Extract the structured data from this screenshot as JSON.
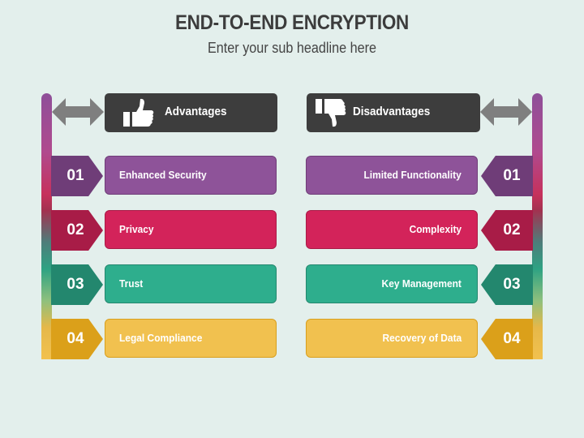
{
  "title": "END-TO-END ENCRYPTION",
  "subtitle": "Enter your sub headline here",
  "advantages": {
    "heading": "Advantages",
    "icon": "thumbs-up-icon",
    "items": [
      {
        "num": "01",
        "label": "Enhanced Security"
      },
      {
        "num": "02",
        "label": "Privacy"
      },
      {
        "num": "03",
        "label": "Trust"
      },
      {
        "num": "04",
        "label": "Legal Compliance"
      }
    ]
  },
  "disadvantages": {
    "heading": "Disadvantages",
    "icon": "thumbs-down-icon",
    "items": [
      {
        "num": "01",
        "label": "Limited Functionality"
      },
      {
        "num": "02",
        "label": "Complexity"
      },
      {
        "num": "03",
        "label": "Key Management"
      },
      {
        "num": "04",
        "label": "Recovery of Data"
      }
    ]
  },
  "colors": {
    "background": "#e3efec",
    "header": "#3d3d3d",
    "arrow": "#7f7f7f",
    "row1": {
      "box": "#8e5399",
      "tag": "#6f3d78",
      "border": "#6f3d78"
    },
    "row2": {
      "box": "#d3235a",
      "tag": "#a81c47",
      "border": "#a81c47"
    },
    "row3": {
      "box": "#2eae8d",
      "tag": "#23876e",
      "border": "#23876e"
    },
    "row4": {
      "box": "#f1c14f",
      "tag": "#dba01a",
      "border": "#d89f1e"
    }
  }
}
